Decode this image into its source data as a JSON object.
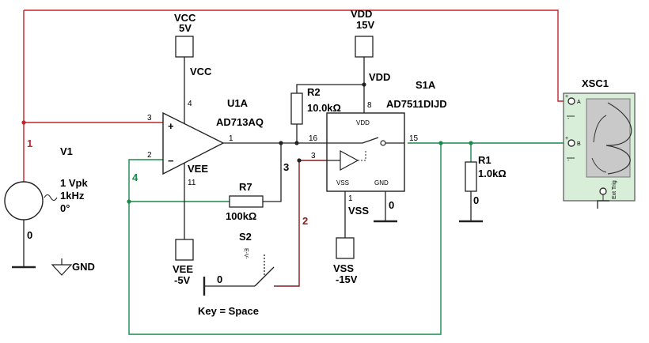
{
  "nets": {
    "n1": "1",
    "n2": "2",
    "n3": "3",
    "n4": "4"
  },
  "vcc": {
    "name": "VCC",
    "value": "5V",
    "node": "VCC"
  },
  "vdd": {
    "name": "VDD",
    "value": "15V",
    "node": "VDD"
  },
  "vee": {
    "name": "VEE",
    "value": "-5V",
    "node": "VEE"
  },
  "vss": {
    "name": "VSS",
    "value": "-15V",
    "node": "VSS"
  },
  "v1": {
    "name": "V1",
    "amp": "1 Vpk",
    "freq": "1kHz",
    "phase": "0°",
    "node": "0"
  },
  "gnd": {
    "label": "GND"
  },
  "u1a": {
    "ref": "U1A",
    "part": "AD713AQ",
    "pin_in_plus": "3",
    "pin_in_minus": "2",
    "pin_out": "1",
    "pin_vcc": "4",
    "pin_vee": "11",
    "vee_label": "VEE",
    "plus": "+",
    "minus": "−"
  },
  "s1a": {
    "ref": "S1A",
    "part": "AD7511DIJD",
    "vdd": "VDD",
    "vss": "VSS",
    "gnd": "GND",
    "pin_vdd": "8",
    "pin_16": "16",
    "pin_3": "3",
    "pin_15": "15",
    "pin_1": "1",
    "pin_vss_label": "VSS",
    "gnd_node": "0"
  },
  "r2": {
    "ref": "R2",
    "value": "10.0kΩ"
  },
  "r7": {
    "ref": "R7",
    "value": "100kΩ"
  },
  "r1": {
    "ref": "R1",
    "value": "1.0kΩ",
    "node": "0"
  },
  "s2": {
    "ref": "S2",
    "key": "Key = Space",
    "node": "0",
    "tag": "E-V-"
  },
  "xsc1": {
    "ref": "XSC1",
    "a": "A",
    "b": "B",
    "trig": "Ext Trig",
    "plus": "+",
    "minus": "-"
  }
}
